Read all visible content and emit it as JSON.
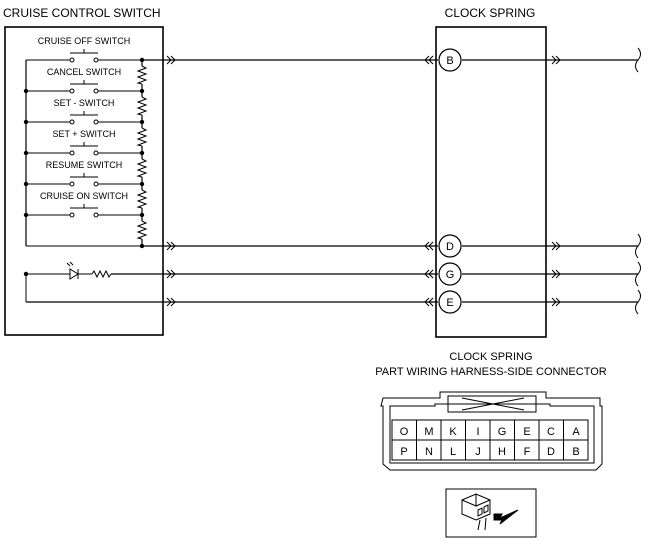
{
  "titles": {
    "cruise_control_switch": "CRUISE CONTROL SWITCH",
    "clock_spring": "CLOCK SPRING",
    "connector_line1": "CLOCK SPRING",
    "connector_line2": "PART WIRING HARNESS-SIDE CONNECTOR"
  },
  "switches": [
    "CRUISE OFF SWITCH",
    "CANCEL SWITCH",
    "SET - SWITCH",
    "SET + SWITCH",
    "RESUME SWITCH",
    "CRUISE ON SWITCH"
  ],
  "terminals": [
    "B",
    "D",
    "G",
    "E"
  ],
  "connector_pins": {
    "top_row": [
      "O",
      "M",
      "K",
      "I",
      "G",
      "E",
      "C",
      "A"
    ],
    "bottom_row": [
      "P",
      "N",
      "L",
      "J",
      "H",
      "F",
      "D",
      "B"
    ]
  },
  "icons": {
    "led": "led-icon",
    "resistor": "resistor-icon",
    "connector_view": "harness-side-view-icon"
  }
}
